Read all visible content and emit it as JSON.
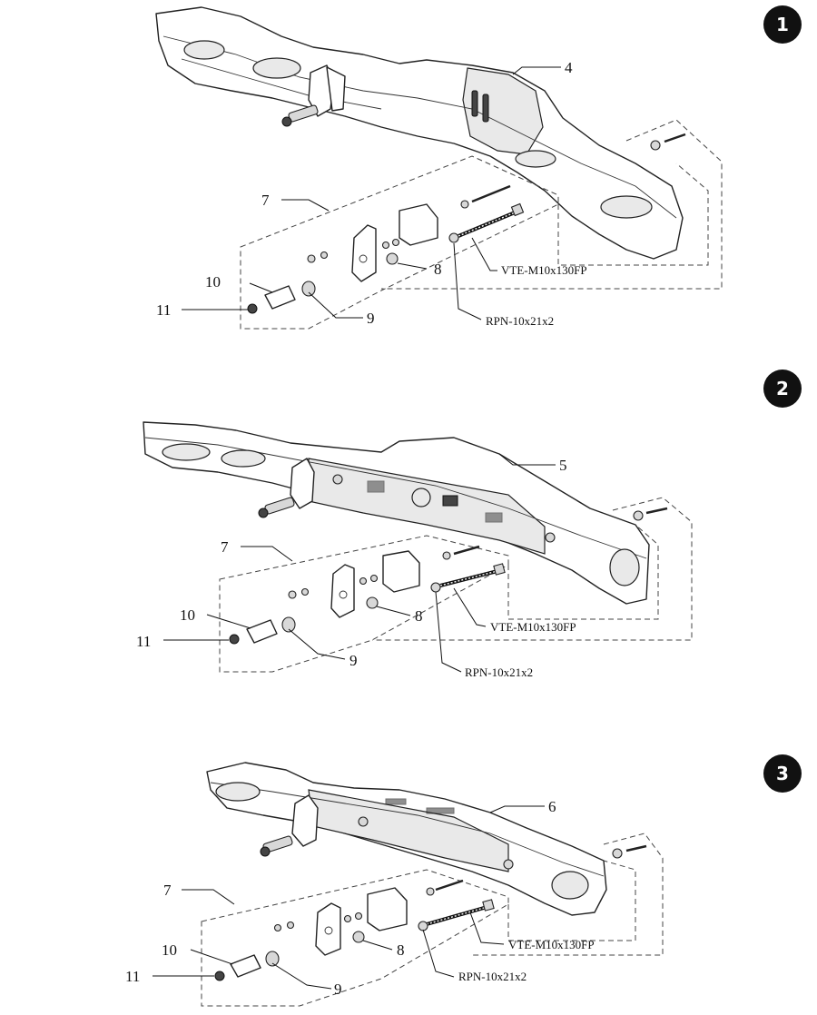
{
  "steps": [
    {
      "badge": "1",
      "labels": {
        "body": "4",
        "kit": "7",
        "bushing": "8",
        "collar": "9",
        "spacer": "10",
        "nut": "11",
        "bolt": "VTE-M10x130FP",
        "washer": "RPN-10x21x2"
      }
    },
    {
      "badge": "2",
      "labels": {
        "body": "5",
        "kit": "7",
        "bushing": "8",
        "collar": "9",
        "spacer": "10",
        "nut": "11",
        "bolt": "VTE-M10x130FP",
        "washer": "RPN-10x21x2"
      }
    },
    {
      "badge": "3",
      "labels": {
        "body": "6",
        "kit": "7",
        "bushing": "8",
        "collar": "9",
        "spacer": "10",
        "nut": "11",
        "bolt": "VTE-M10x130FP",
        "washer": "RPN-10x21x2"
      }
    }
  ]
}
